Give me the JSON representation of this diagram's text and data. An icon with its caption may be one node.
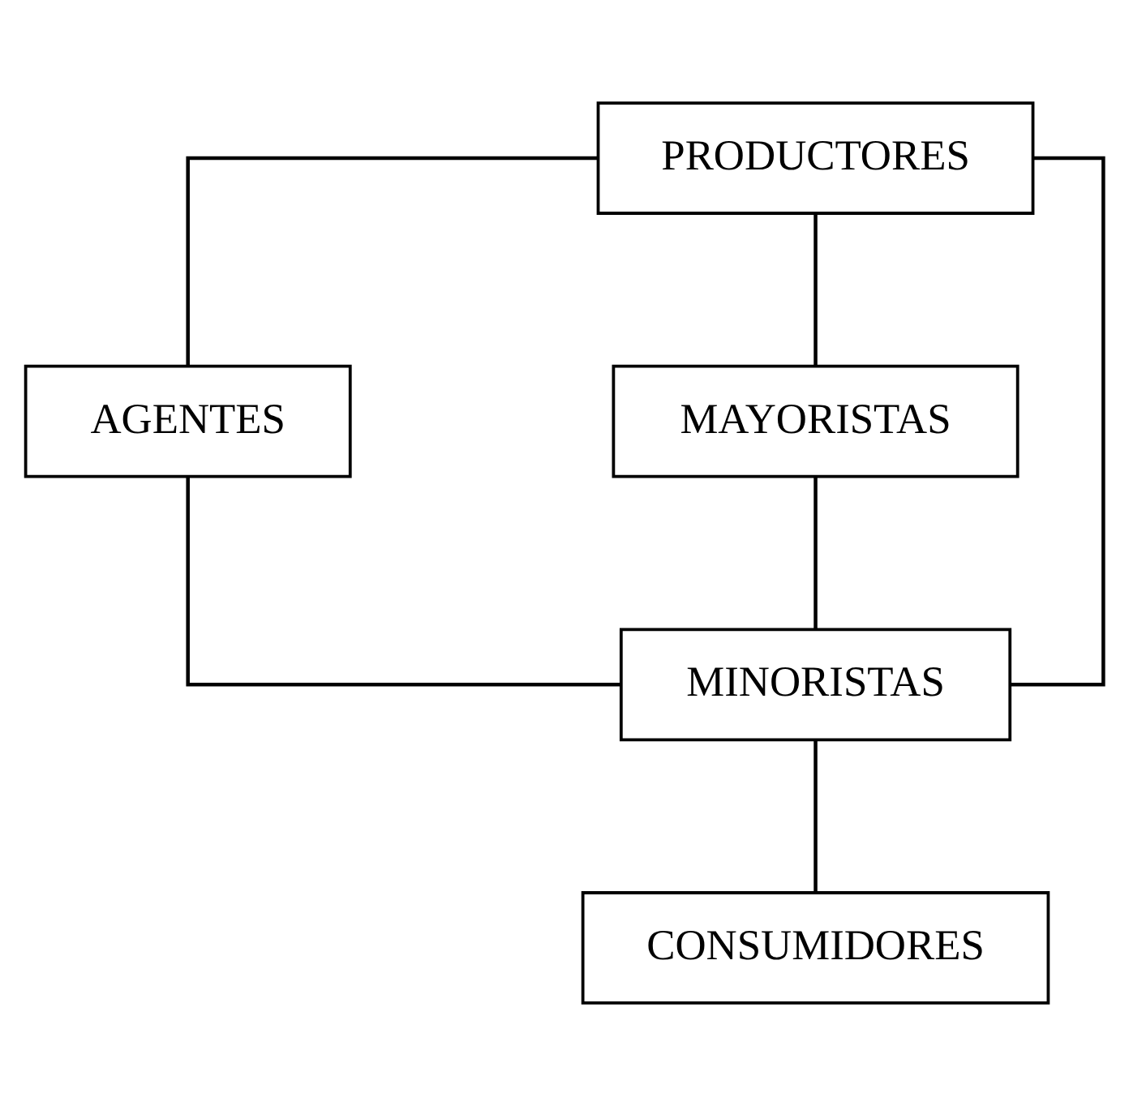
{
  "diagram": {
    "nodes": [
      {
        "text": [
          "PRODUCTORES"
        ]
      },
      {
        "text": [
          "AGENTES"
        ]
      },
      {
        "text": [
          "MAYORISTAS"
        ]
      },
      {
        "text": [
          "MINORISTAS"
        ]
      },
      {
        "text": [
          "CONSUMIDORES"
        ]
      }
    ],
    "edges": [
      {
        "from": 0,
        "to": 1,
        "arrow": "none"
      },
      {
        "from": 0,
        "to": 3,
        "arrow": "none"
      },
      {
        "from": 0,
        "to": 2,
        "arrow": "none"
      },
      {
        "from": 1,
        "to": 3,
        "arrow": "none"
      },
      {
        "from": 2,
        "to": 3,
        "arrow": "none"
      },
      {
        "from": 3,
        "to": 4,
        "arrow": "none"
      }
    ]
  }
}
